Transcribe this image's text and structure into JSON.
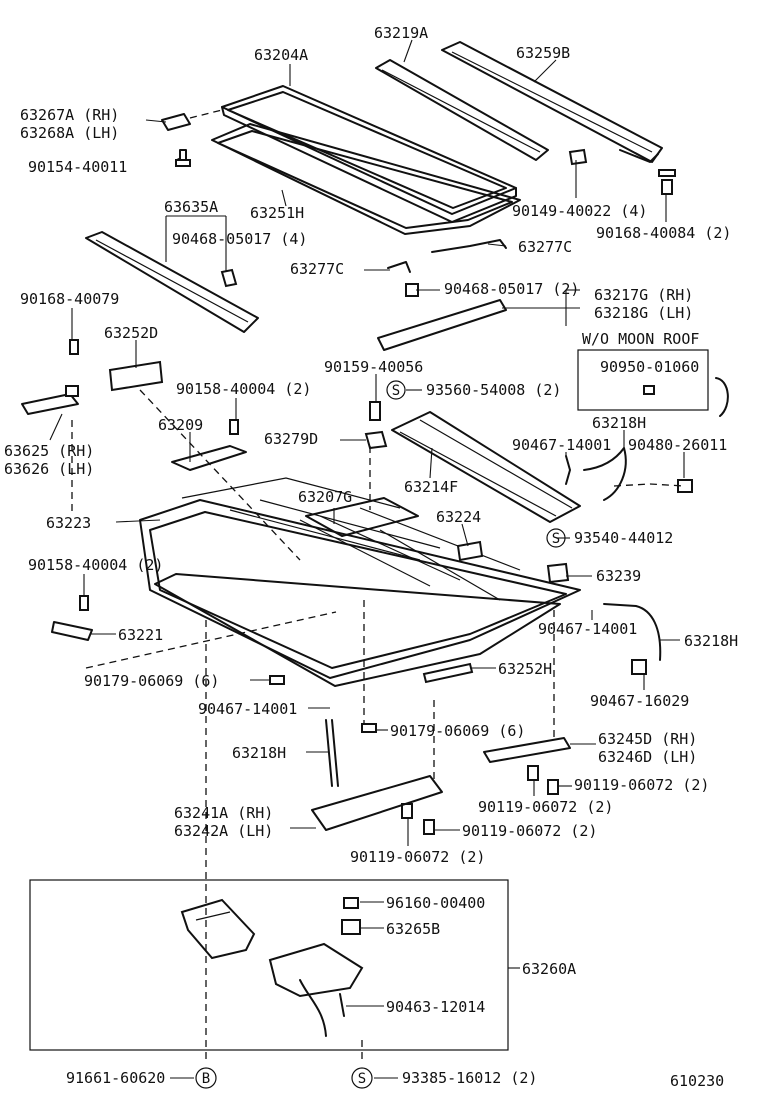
{
  "labels": {
    "p63204A": "63204A",
    "p63219A": "63219A",
    "p63259B": "63259B",
    "p63267A": "63267A (RH)",
    "p63268A": "63268A (LH)",
    "p90154": "90154-40011",
    "p63251H": "63251H",
    "p90149": "90149-40022 (4)",
    "p90168a": "90168-40084 (2)",
    "p63635A": "63635A",
    "p90468a": "90468-05017 (4)",
    "p63277Ca": "63277C",
    "p63277Cb": "63277C",
    "p90168b": "90168-40079",
    "p90468b": "90468-05017 (2)",
    "p63217G": "63217G (RH)",
    "p63218G": "63218G (LH)",
    "p63252D": "63252D",
    "wo_moon_roof": "W/O MOON ROOF",
    "p90950": "90950-01060",
    "p90159": "90159-40056",
    "p93560": "93560-54008 (2)",
    "p90158a": "90158-40004 (2)",
    "p63218Ha": "63218H",
    "p90467a": "90467-14001",
    "p90480": "90480-26011",
    "p63625": "63625 (RH)",
    "p63626": "63626 (LH)",
    "p63209": "63209",
    "p63279D": "63279D",
    "p63214F": "63214F",
    "p63207G": "63207G",
    "p63223": "63223",
    "p63224": "63224",
    "p93540": "93540-44012",
    "p90158b": "90158-40004 (2)",
    "p63239": "63239",
    "p63221": "63221",
    "p90467b": "90467-14001",
    "p63218Hb": "63218H",
    "p90179a": "90179-06069 (6)",
    "p63252H": "63252H",
    "p90467c": "90467-16029",
    "p90467d": "90467-14001",
    "p90179b": "90179-06069 (6)",
    "p63245D": "63245D (RH)",
    "p63246D": "63246D (LH)",
    "p63218Hc": "63218H",
    "p90119a": "90119-06072 (2)",
    "p90119b": "90119-06072 (2)",
    "p63241A": "63241A (RH)",
    "p63242A": "63242A (LH)",
    "p90119c": "90119-06072 (2)",
    "p90119d": "90119-06072 (2)",
    "p96160": "96160-00400",
    "p63265B": "63265B",
    "p63260A": "63260A",
    "p90463": "90463-12014",
    "p91661": "91661-60620",
    "p93385": "93385-16012 (2)",
    "diagram_id": "610230"
  },
  "markers": {
    "s": "S",
    "b": "B"
  }
}
